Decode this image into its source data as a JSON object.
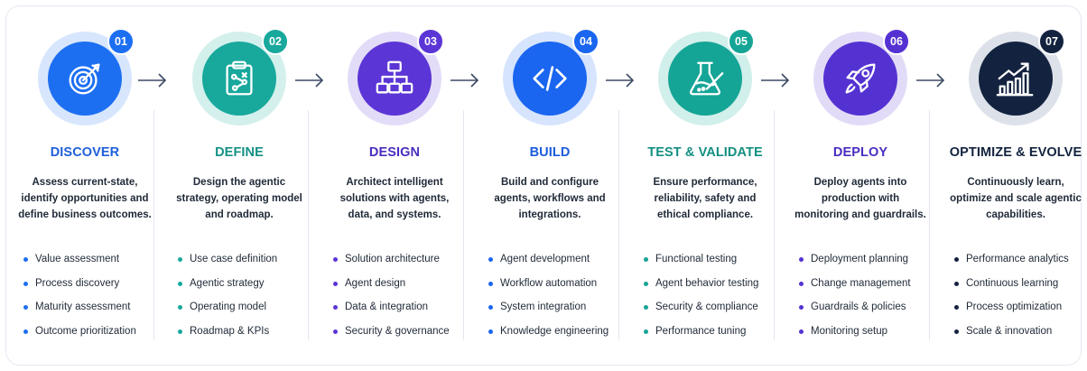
{
  "stages": [
    {
      "number": "01",
      "title": "DISCOVER",
      "description": "Assess current-state, identify opportunities and define business outcomes.",
      "items": [
        "Value assessment",
        "Process discovery",
        "Maturity assessment",
        "Outcome prioritization"
      ],
      "color": "#1d6ff2",
      "ring": "#d7e6fd",
      "title_color": "#1f5fd9",
      "dot_color": "#1d6ff2",
      "icon": "target-icon"
    },
    {
      "number": "02",
      "title": "DEFINE",
      "description": "Design the agentic strategy, operating model and roadmap.",
      "items": [
        "Use case definition",
        "Agentic strategy",
        "Operating model",
        "Roadmap & KPIs"
      ],
      "color": "#18a89c",
      "ring": "#d3f0ec",
      "title_color": "#159085",
      "dot_color": "#18a89c",
      "icon": "clipboard-icon"
    },
    {
      "number": "03",
      "title": "DESIGN",
      "description": "Architect intelligent solutions with agents, data, and systems.",
      "items": [
        "Solution architecture",
        "Agent design",
        "Data & integration",
        "Security & governance"
      ],
      "color": "#5b35d5",
      "ring": "#e3dcf8",
      "title_color": "#4a2dbf",
      "dot_color": "#5b35d5",
      "icon": "hierarchy-icon"
    },
    {
      "number": "04",
      "title": "BUILD",
      "description": "Build and configure agents, workflows and integrations.",
      "items": [
        "Agent development",
        "Workflow automation",
        "System integration",
        "Knowledge engineering"
      ],
      "color": "#1a66f0",
      "ring": "#d6e4fd",
      "title_color": "#1a5bdc",
      "dot_color": "#1a66f0",
      "icon": "code-icon"
    },
    {
      "number": "05",
      "title": "TEST & VALIDATE",
      "description": "Ensure performance, reliability, safety and ethical compliance.",
      "items": [
        "Functional testing",
        "Agent behavior testing",
        "Security & compliance",
        "Performance tuning"
      ],
      "color": "#15a596",
      "ring": "#d1efeb",
      "title_color": "#138f82",
      "dot_color": "#15a596",
      "icon": "flask-icon"
    },
    {
      "number": "06",
      "title": "DEPLOY",
      "description": "Deploy agents into production with monitoring and guardrails.",
      "items": [
        "Deployment planning",
        "Change management",
        "Guardrails & policies",
        "Monitoring setup"
      ],
      "color": "#5432d2",
      "ring": "#e2dbf7",
      "title_color": "#4a2cc0",
      "dot_color": "#5432d2",
      "icon": "rocket-icon"
    },
    {
      "number": "07",
      "title": "OPTIMIZE & EVOLVE",
      "description": "Continuously learn, optimize and scale agentic capabilities.",
      "items": [
        "Performance analytics",
        "Continuous learning",
        "Process optimization",
        "Scale & innovation"
      ],
      "color": "#13233f",
      "ring": "#dde2ea",
      "title_color": "#13233f",
      "dot_color": "#13233f",
      "icon": "growth-chart-icon"
    }
  ]
}
